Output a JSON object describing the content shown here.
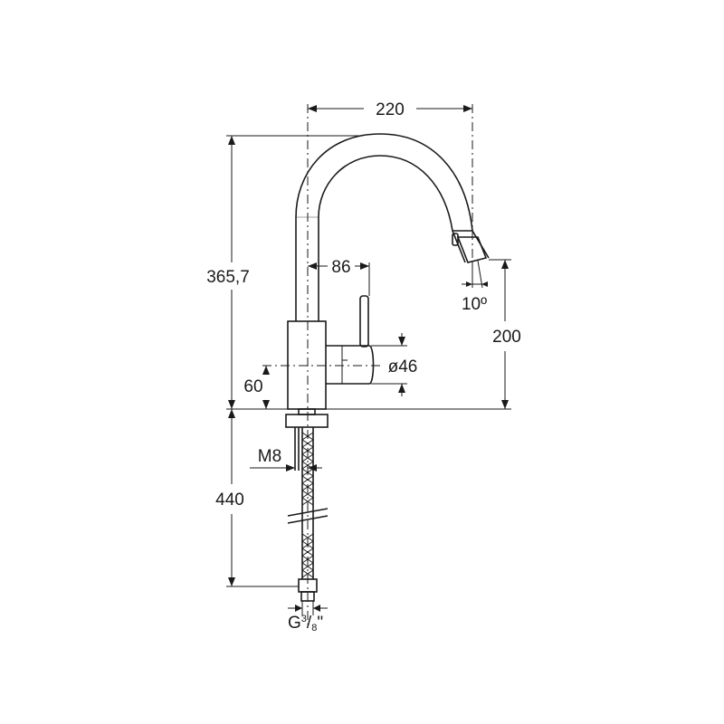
{
  "dimensions": {
    "width_top": "220",
    "height_total": "365,7",
    "reach_handle": "86",
    "angle": "10º",
    "spout_height": "200",
    "body_diameter": "ø46",
    "handle_height": "60",
    "thread": "M8",
    "hose_length": "440",
    "connection_g": "G",
    "connection_num": "3",
    "connection_slash": "/",
    "connection_den": "8",
    "connection_quote": "\""
  }
}
